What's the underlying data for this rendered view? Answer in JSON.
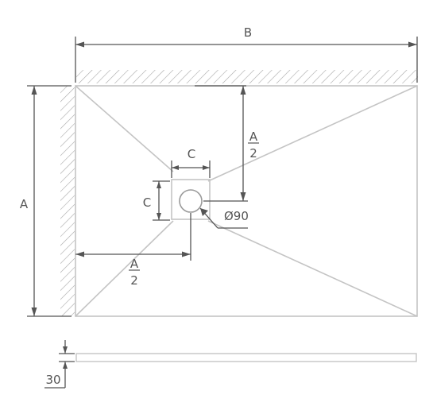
{
  "drawing": {
    "dimensions": {
      "width_label": "B",
      "length_label": "A",
      "half_length_top": {
        "numerator": "A",
        "denominator": "2"
      },
      "half_length_left": {
        "numerator": "A",
        "denominator": "2"
      },
      "drain_width_label": "C",
      "drain_height_label": "C",
      "drain_diameter_label": "Ø90",
      "thickness_label": "30"
    },
    "colors": {
      "dimension_line": "#555555",
      "tray_line": "#c4c4c4",
      "hatch": "#a8a8a8",
      "text": "#555555"
    }
  }
}
